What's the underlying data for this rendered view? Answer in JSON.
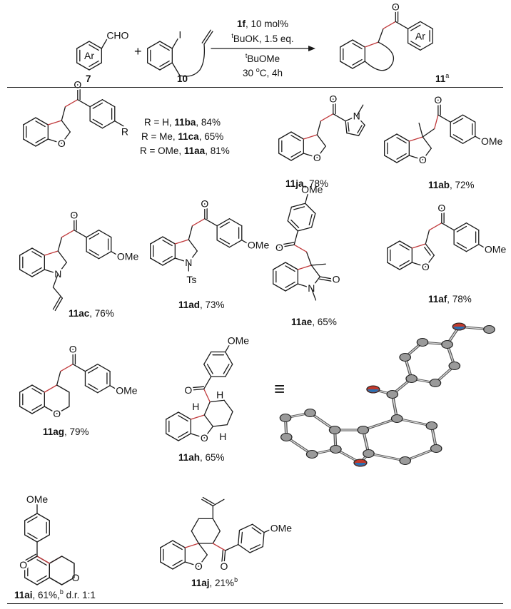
{
  "scheme": {
    "reactant1_label": "7",
    "reactant2_label": "10",
    "product_label": "11",
    "product_sup": "a",
    "plus": "+",
    "conditions": {
      "catalyst": "1f",
      "catalyst_load": ", 10 mol%",
      "base_sup": "t",
      "base": "BuOK, 1.5 eq.",
      "solvent_sup": "t",
      "solvent": "BuOMe",
      "temp": "30 ",
      "temp_sup": "o",
      "temp_rest": "C, 4h"
    }
  },
  "atoms": {
    "O": "O",
    "OMe": "OMe",
    "N": "N",
    "Ts": "Ts",
    "H": "H",
    "I": "I",
    "CHO": "CHO",
    "Ar": "Ar",
    "R": "R"
  },
  "r_group_entries": [
    {
      "prefix": "R = H, ",
      "id": "11ba",
      "yield": ", 84%"
    },
    {
      "prefix": "R = Me, ",
      "id": "11ca",
      "yield": ", 65%"
    },
    {
      "prefix": "R = OMe, ",
      "id": "11aa",
      "yield": ", 81%"
    }
  ],
  "compounds": {
    "ja": {
      "id": "11ja",
      "yield": ", 78%"
    },
    "ab": {
      "id": "11ab",
      "yield": ", 72%"
    },
    "ac": {
      "id": "11ac",
      "yield": ", 76%"
    },
    "ad": {
      "id": "11ad",
      "yield": ", 73%"
    },
    "ae": {
      "id": "11ae",
      "yield": ", 65%"
    },
    "af": {
      "id": "11af",
      "yield": ", 78%"
    },
    "ag": {
      "id": "11ag",
      "yield": ", 79%"
    },
    "ah": {
      "id": "11ah",
      "yield": ", 65%"
    },
    "ai": {
      "id": "11ai",
      "yield": ", 61%,",
      "sup": "b",
      "extra": " d.r. 1:1"
    },
    "aj": {
      "id": "11aj",
      "yield": ", 21%",
      "sup": "b"
    }
  },
  "equiv_symbol": "≡",
  "colors": {
    "new_bond": "#c0393b",
    "oxygen": "#c0392b",
    "nitrogen": "#2a6fb0"
  }
}
